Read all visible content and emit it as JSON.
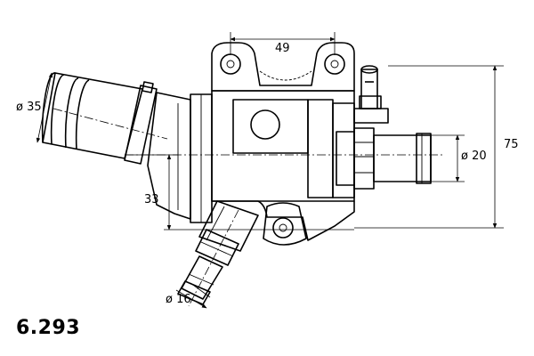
{
  "dimensions": {
    "top_width": "49",
    "height_right": "75",
    "offset_left": "33",
    "dia_inlet": "ø 35",
    "dia_outlet": "ø 20",
    "dia_small": "ø 16"
  },
  "part_number": "6.293"
}
